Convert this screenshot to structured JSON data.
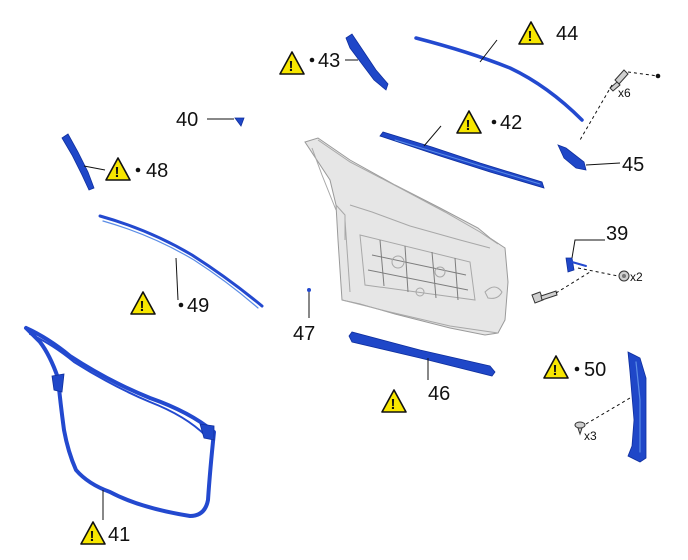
{
  "callouts": [
    {
      "id": "c39",
      "number": "39",
      "warning": false,
      "dot": false
    },
    {
      "id": "c40",
      "number": "40",
      "warning": false,
      "dot": false
    },
    {
      "id": "c41",
      "number": "41",
      "warning": true,
      "dot": false
    },
    {
      "id": "c42",
      "number": "42",
      "warning": true,
      "dot": true
    },
    {
      "id": "c43",
      "number": "43",
      "warning": true,
      "dot": true
    },
    {
      "id": "c44",
      "number": "44",
      "warning": true,
      "dot": false
    },
    {
      "id": "c45",
      "number": "45",
      "warning": false,
      "dot": false
    },
    {
      "id": "c46",
      "number": "46",
      "warning": true,
      "dot": false
    },
    {
      "id": "c47",
      "number": "47",
      "warning": false,
      "dot": false
    },
    {
      "id": "c48",
      "number": "48",
      "warning": true,
      "dot": true
    },
    {
      "id": "c49",
      "number": "49",
      "warning": true,
      "dot": true
    },
    {
      "id": "c50",
      "number": "50",
      "warning": true,
      "dot": true
    }
  ],
  "quantities": {
    "clip_44": "x6",
    "nut_39": "x2",
    "screw_50": "x3"
  },
  "warning_symbol": "!",
  "colors": {
    "part_blue": "#1f47c8",
    "part_blue_light": "#5b8de6",
    "warning_yellow": "#f7e600",
    "door_gray": "#e6e6e6"
  }
}
